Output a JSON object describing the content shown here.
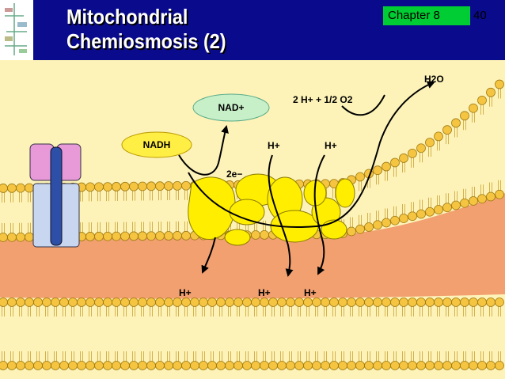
{
  "slide": {
    "title": "Mitochondrial\nChemiosmosis (2)",
    "chapter_label": "Chapter 8",
    "page_number": "40"
  },
  "diagram": {
    "nad_plus": "NAD+",
    "nadh": "NADH",
    "electrons": "2e−",
    "oxygen_reaction": "2 H+ + 1/2 O2",
    "water": "H2O",
    "proton": "H+"
  },
  "colors": {
    "header_bg": "#0a0a8c",
    "chapter_box": "#00cc33",
    "matrix_top": "#fdf3b8",
    "intermembrane": "#f2a070",
    "lipid_head": "#f5c542",
    "protein_complex": "#ffee00",
    "atp_synthase_head": "#e89ad8",
    "atp_synthase_body": "#c8d6f0",
    "nad_ellipse": "#c8f0c8",
    "nadh_ellipse": "#ffee44"
  }
}
